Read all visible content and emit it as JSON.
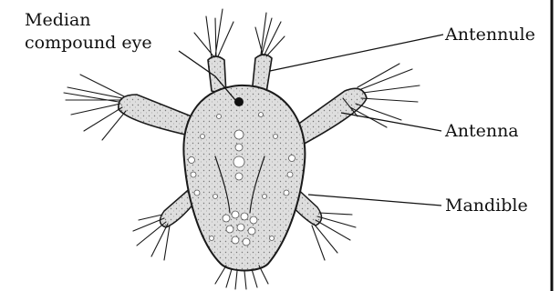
{
  "labels": {
    "median_line1": "Median",
    "median_line2": "compound eye",
    "antennule": "Antennule",
    "antenna": "Antenna",
    "mandible": "Mandible"
  },
  "colors": {
    "ink": "#1a1a1a",
    "body_fill": "#dcdcdc",
    "background": "#ffffff",
    "frame": "#111111"
  }
}
